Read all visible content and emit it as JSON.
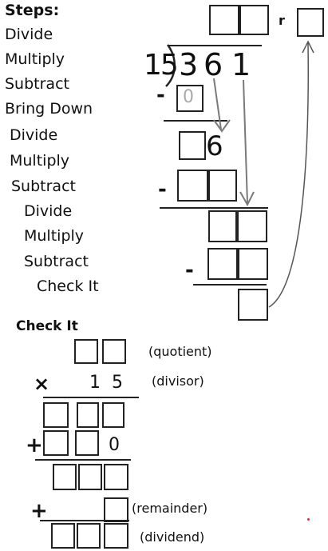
{
  "steps": {
    "title": "Steps:",
    "items": [
      "Divide",
      "Multiply",
      "Subtract",
      "Bring Down",
      "Divide",
      "Multiply",
      "Subtract",
      "Divide",
      "Multiply",
      "Subtract",
      "Check It"
    ]
  },
  "problem": {
    "divisor": "15",
    "dividend_digits": [
      "3",
      "6",
      "1"
    ],
    "remainder_marker": "r",
    "minus": "-",
    "first_difference": "0",
    "brought_down": "6"
  },
  "check_it": {
    "title": "Check It",
    "times_sign": "×",
    "plus_sign": "+",
    "divisor_digits": [
      "1",
      "5"
    ],
    "partial_zero": "0",
    "labels": {
      "quotient": "(quotient)",
      "divisor": "(divisor)",
      "remainder": "(remainder)",
      "dividend": "(dividend)"
    }
  },
  "colors": {
    "ink": "#222222",
    "arrow": "#7a7a7a",
    "dot": "#e03030"
  }
}
